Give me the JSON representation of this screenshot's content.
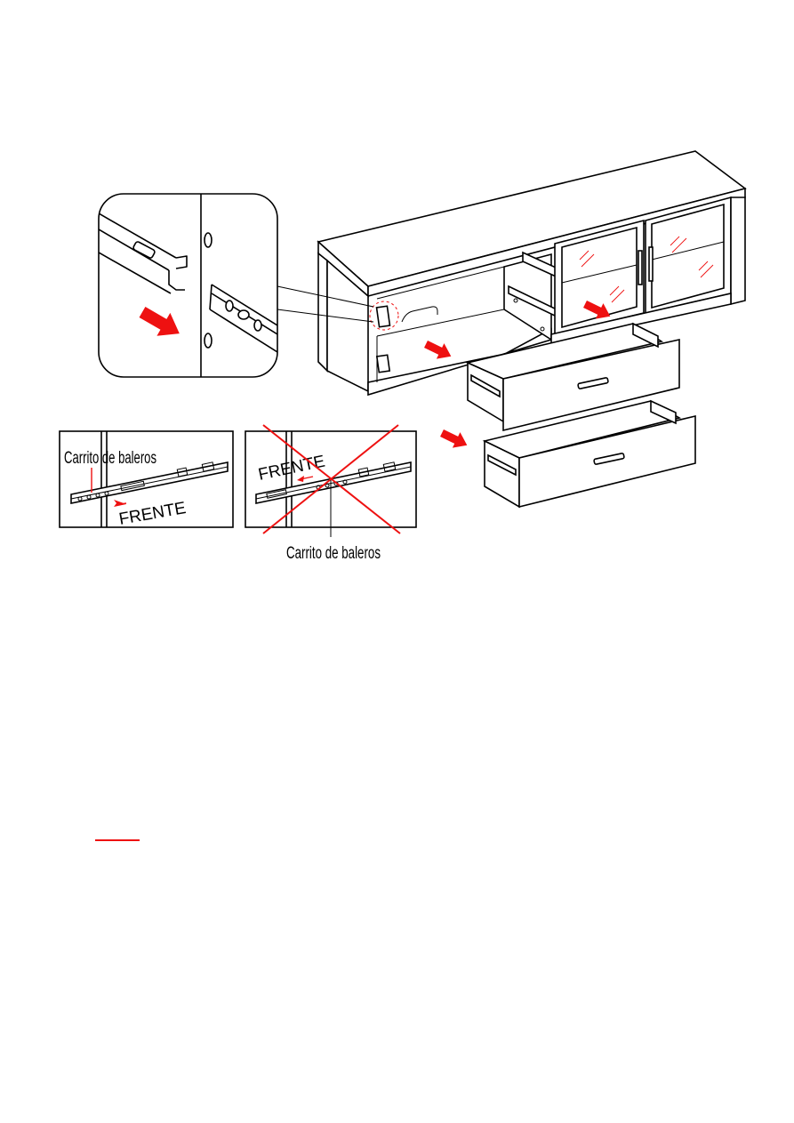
{
  "labels": {
    "ball_carriage_correct": "Carrito de baleros",
    "front_correct": "FRENTE",
    "front_incorrect": "FRENTE",
    "ball_carriage_incorrect": "Carrito de baleros"
  },
  "colors": {
    "arrow": "#ee1111",
    "cross_mark": "#ee1111",
    "line": "#000000",
    "background": "#ffffff"
  },
  "icons": {
    "insert_arrow": "red-block-arrow",
    "wrong_mark": "red-x-cross"
  }
}
